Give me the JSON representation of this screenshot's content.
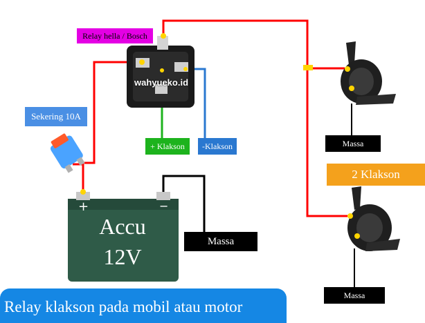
{
  "labels": {
    "relay": "Relay hella / Bosch",
    "fuse": "Sekering 10A",
    "horn_plus": "+ Klakson",
    "horn_minus": "-Klakson",
    "ground_top": "Massa",
    "ground_bottom": "Massa",
    "ground_battery": "Massa",
    "horn_count": "2 Klakson",
    "battery_line1": "Accu",
    "battery_line2": "12V",
    "battery_plus": "+",
    "battery_minus": "−",
    "watermark": "wahyueko.id",
    "caption": "Relay klakson pada mobil atau motor"
  },
  "colors": {
    "wire_positive": "#ff0000",
    "wire_ground": "#000000",
    "wire_plus_horn": "#1db31d",
    "wire_minus_horn": "#2a78d0",
    "relay_tag": "#e400e4",
    "fuse_tag": "#4a8fe4",
    "klakson_tag": "#f4a11c",
    "battery_body": "#2f5b48",
    "banner": "#1587e4"
  },
  "icons": [
    "relay-icon",
    "fuse-icon",
    "battery-icon",
    "horn-icon"
  ]
}
